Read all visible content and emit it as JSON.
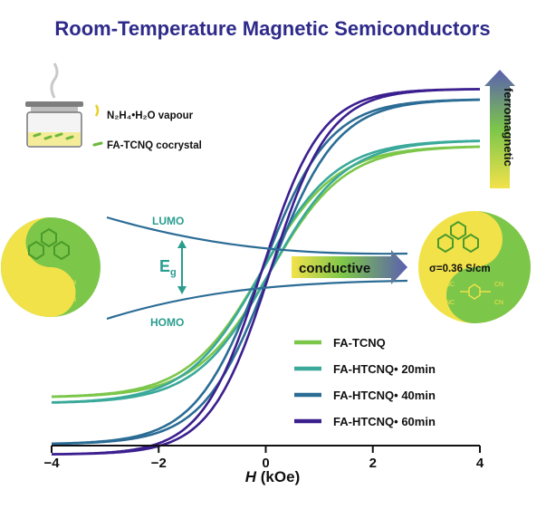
{
  "header": {
    "title": "Room-Temperature Magnetic Semiconductors"
  },
  "inset": {
    "vapour_label": "N₂H₄•H₂O vapour",
    "cocrystal_label": "FA-TCNQ cocrystal",
    "lumo": "LUMO",
    "homo": "HOMO",
    "gap_main": "E",
    "gap_sub": "g",
    "conductive": "conductive",
    "sigma": "σ=0.36 S/cm",
    "ferromagnetic": "ferromagnetic",
    "nc": "NC",
    "cn": "CN"
  },
  "colors": {
    "title": "#2e2a8a",
    "fa_tcnq": "#7cc64a",
    "fa_htcnq_20": "#3aa99a",
    "fa_htcnq_40": "#2b6c95",
    "fa_htcnq_60": "#3b1f8f",
    "yinyang_yellow": "#f2e24a",
    "yinyang_green": "#7cc64a"
  },
  "chart_data": {
    "type": "line",
    "title": "Room-Temperature Magnetic Semiconductors",
    "xlabel_italic": "H",
    "xlabel_unit": " (kOe)",
    "xlim": [
      -4,
      4
    ],
    "ylim": [
      -1.35,
      1.35
    ],
    "xticks": [
      "−4",
      "−2",
      "0",
      "2",
      "4"
    ],
    "xtick_values": [
      -4,
      -2,
      0,
      2,
      4
    ],
    "grid": false,
    "legend_position": "bottom-right",
    "series": [
      {
        "name": "FA-TCNQ",
        "saturation": 0.86,
        "shape": 0.72,
        "color_key": "fa_tcnq",
        "points": [
          [
            -4,
            -0.86
          ],
          [
            -3,
            -0.84
          ],
          [
            -2,
            -0.79
          ],
          [
            -1,
            -0.62
          ],
          [
            -0.5,
            -0.41
          ],
          [
            0,
            0
          ],
          [
            0.5,
            0.41
          ],
          [
            1,
            0.62
          ],
          [
            2,
            0.79
          ],
          [
            3,
            0.84
          ],
          [
            4,
            0.86
          ]
        ]
      },
      {
        "name": "FA-HTCNQ• 20min",
        "saturation": 0.9,
        "shape": 0.72,
        "color_key": "fa_htcnq_20",
        "points": [
          [
            -4,
            -0.9
          ],
          [
            -3,
            -0.88
          ],
          [
            -2,
            -0.83
          ],
          [
            -1,
            -0.65
          ],
          [
            -0.5,
            -0.43
          ],
          [
            0,
            0
          ],
          [
            0.5,
            0.43
          ],
          [
            1,
            0.65
          ],
          [
            2,
            0.83
          ],
          [
            3,
            0.88
          ],
          [
            4,
            0.9
          ]
        ]
      },
      {
        "name": "FA-HTCNQ• 40min",
        "saturation": 1.18,
        "shape": 0.8,
        "color_key": "fa_htcnq_40",
        "points": [
          [
            -4,
            -1.18
          ],
          [
            -3,
            -1.16
          ],
          [
            -2,
            -1.1
          ],
          [
            -1,
            -0.88
          ],
          [
            -0.5,
            -0.6
          ],
          [
            0,
            0
          ],
          [
            0.5,
            0.6
          ],
          [
            1,
            0.88
          ],
          [
            2,
            1.1
          ],
          [
            3,
            1.16
          ],
          [
            4,
            1.18
          ]
        ]
      },
      {
        "name": "FA-HTCNQ• 60min",
        "saturation": 1.25,
        "shape": 0.9,
        "color_key": "fa_htcnq_60",
        "points": [
          [
            -4,
            -1.25
          ],
          [
            -3,
            -1.23
          ],
          [
            -2,
            -1.18
          ],
          [
            -1,
            -0.98
          ],
          [
            -0.5,
            -0.68
          ],
          [
            0,
            0
          ],
          [
            0.5,
            0.68
          ],
          [
            1,
            0.98
          ],
          [
            2,
            1.18
          ],
          [
            3,
            1.23
          ],
          [
            4,
            1.25
          ]
        ]
      }
    ]
  }
}
